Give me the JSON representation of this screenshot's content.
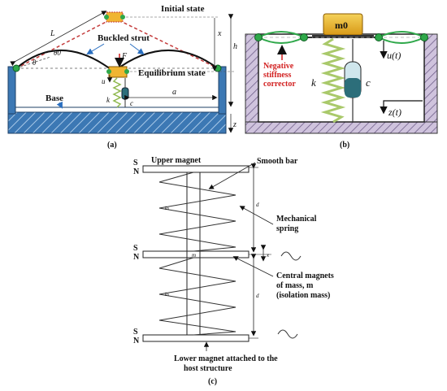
{
  "panel_a": {
    "caption": "(a)",
    "initial_state": "Initial state",
    "buckled_strut": "Buckled strut",
    "equilibrium_state": "Equilibrium state",
    "base": "Base",
    "L": "L",
    "theta0": "θ0",
    "theta": "θ",
    "F": "F",
    "u": "u",
    "k": "k",
    "c": "c",
    "a": "a",
    "x": "x",
    "h": "h",
    "z": "z"
  },
  "panel_b": {
    "caption": "(b)",
    "mass": "m0",
    "neg_stiffness": [
      "Negative",
      "stiffness",
      "corrector"
    ],
    "k": "k",
    "c": "c",
    "u": "u(t)",
    "z": "z(t)",
    "colors": {
      "mass": "#e8b52a",
      "spring": "#a9c96a",
      "strut": "#2fa84a",
      "wall": "#b7a6c9",
      "label_red": "#d21f1f",
      "damper": "#2c6e7a"
    }
  },
  "panel_c": {
    "caption": "(c)",
    "upper_magnet": "Upper magnet",
    "smooth_bar": "Smooth bar",
    "mechanical_spring": [
      "Mechanical",
      "spring"
    ],
    "central_magnets": [
      "Central magnets",
      "of mass, m",
      "(isolation mass)"
    ],
    "lower_magnet": [
      "Lower magnet attached to the",
      "host structure"
    ],
    "S": "S",
    "N": "N",
    "m": "m",
    "d": "d",
    "x": "x",
    "ks": "ks"
  }
}
